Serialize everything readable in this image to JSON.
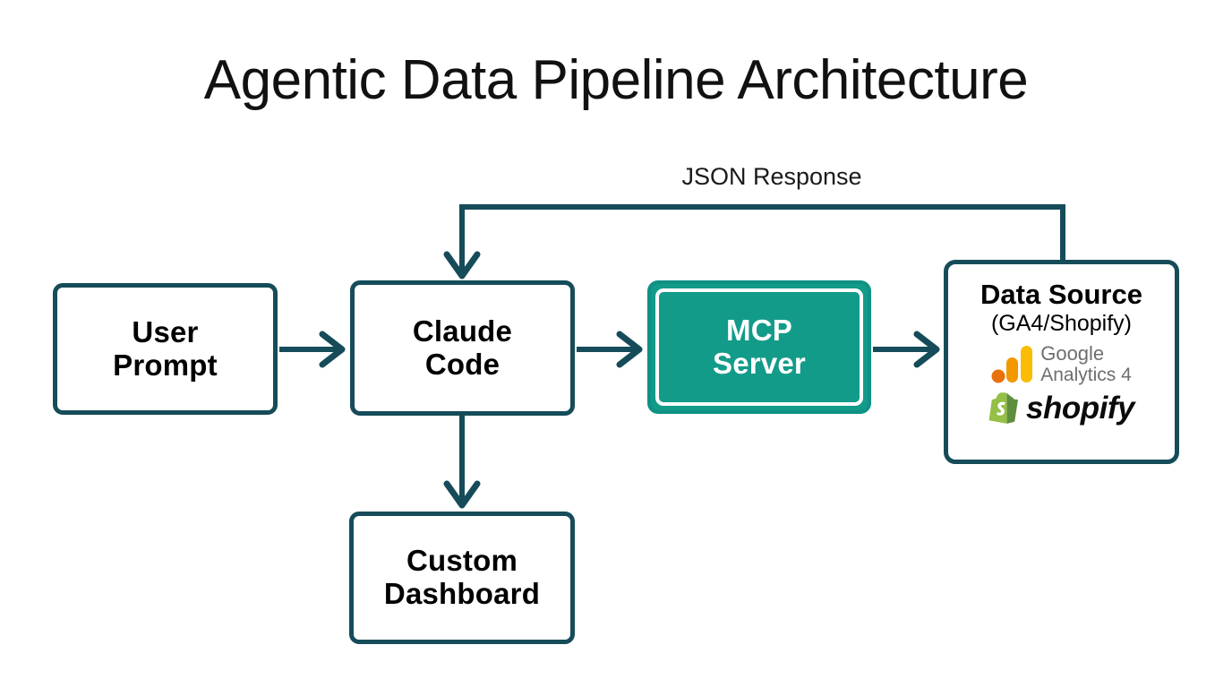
{
  "diagram": {
    "title": "Agentic Data Pipeline Architecture",
    "background_color": "#ffffff",
    "node_border_color": "#164c59",
    "accent_color": "#139b8a",
    "connector_color": "#164c59",
    "text_color": "#000000"
  },
  "nodes": {
    "user_prompt": {
      "line1": "User",
      "line2": "Prompt"
    },
    "claude_code": {
      "line1": "Claude",
      "line2": "Code"
    },
    "mcp_server": {
      "line1": "MCP",
      "line2": "Server"
    },
    "custom_dashboard": {
      "line1": "Custom",
      "line2": "Dashboard"
    },
    "data_source": {
      "title": "Data Source",
      "subtitle": "(GA4/Shopify)",
      "logos": [
        {
          "name": "google-analytics-4-logo",
          "line1": "Google",
          "line2": "Analytics 4",
          "text_color": "#6e6e6e",
          "bar_colors": [
            "#e8710a",
            "#f29900",
            "#fbbc04"
          ]
        },
        {
          "name": "shopify-logo",
          "wordmark": "shopify",
          "mark_color": "#95bf47",
          "mark_dark_color": "#5e8e3e",
          "text_color": "#0b0b0b"
        }
      ]
    }
  },
  "edges": [
    {
      "name": "user-prompt-to-claude-code",
      "label": ""
    },
    {
      "name": "claude-code-to-mcp-server",
      "label": ""
    },
    {
      "name": "mcp-server-to-data-source",
      "label": ""
    },
    {
      "name": "claude-code-to-custom-dashboard",
      "label": ""
    },
    {
      "name": "data-source-to-claude-code",
      "label": "JSON Response"
    }
  ],
  "labels": {
    "json_response": "JSON Response"
  }
}
